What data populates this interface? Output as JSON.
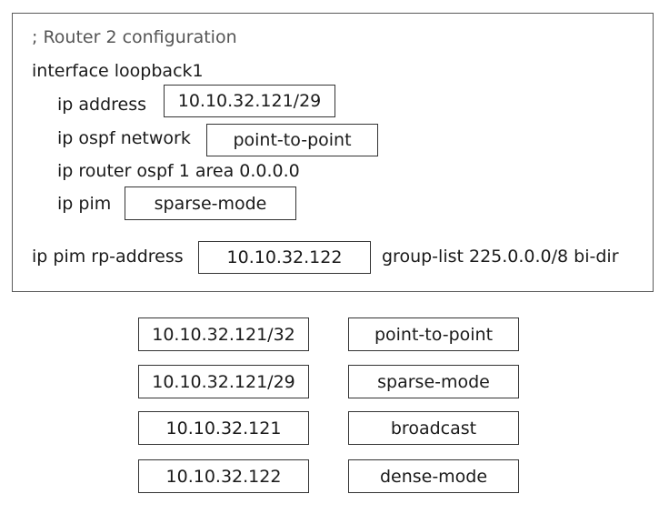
{
  "config": {
    "comment": "; Router 2 configuration",
    "interface_line": "interface loopback1",
    "ip_address_label": "ip address",
    "ip_address_slot": "10.10.32.121/29",
    "ospf_network_label": "ip ospf network",
    "ospf_network_slot": "point-to-point",
    "router_ospf_line": "ip router ospf 1 area 0.0.0.0",
    "ip_pim_label": "ip pim",
    "ip_pim_slot": "sparse-mode",
    "rp_address_label": "ip pim rp-address",
    "rp_address_slot": "10.10.32.122",
    "group_list_text": "group-list 225.0.0.0/8 bi-dir"
  },
  "options": {
    "left": [
      "10.10.32.121/32",
      "10.10.32.121/29",
      "10.10.32.121",
      "10.10.32.122"
    ],
    "right": [
      "point-to-point",
      "sparse-mode",
      "broadcast",
      "dense-mode"
    ]
  }
}
